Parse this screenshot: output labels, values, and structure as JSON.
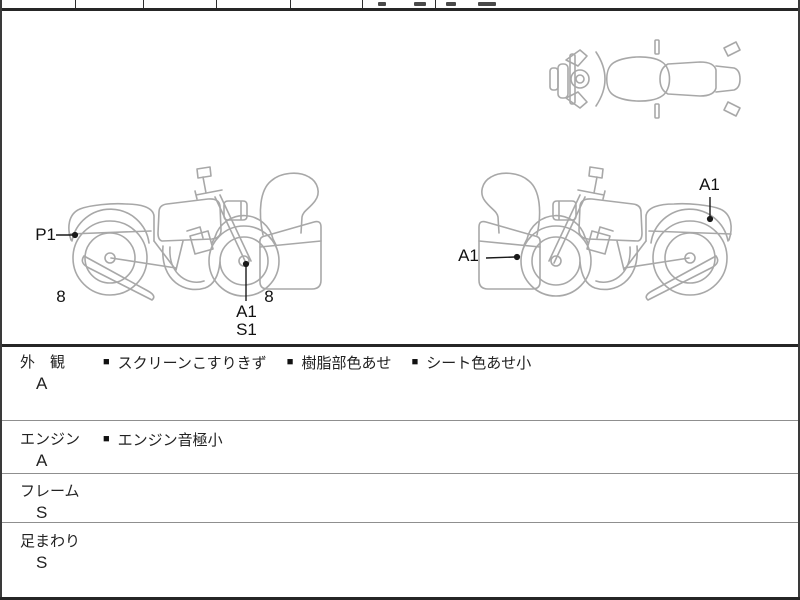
{
  "diagram": {
    "labels": {
      "p1": "P1",
      "rear_8": "8",
      "front_8": "8",
      "a1": "A1",
      "s1": "S1",
      "right_rear_a1": "A1",
      "right_front_a1": "A1"
    }
  },
  "inspection_table": {
    "bullet": "■",
    "rows": [
      {
        "category": "外　観",
        "grade": "A",
        "notes": [
          "スクリーンこすりきず",
          "樹脂部色あせ",
          "シート色あせ小"
        ]
      },
      {
        "category": "エンジン",
        "grade": "A",
        "notes": [
          "エンジン音極小"
        ]
      },
      {
        "category": "フレーム",
        "grade": "S",
        "notes": []
      },
      {
        "category": "足まわり",
        "grade": "S",
        "notes": []
      }
    ]
  },
  "colors": {
    "sketch_stroke": "#a8a8a8",
    "ink": "#1a1a1a",
    "row_rule": "#8f8f8f",
    "border": "#2e2e2e"
  }
}
